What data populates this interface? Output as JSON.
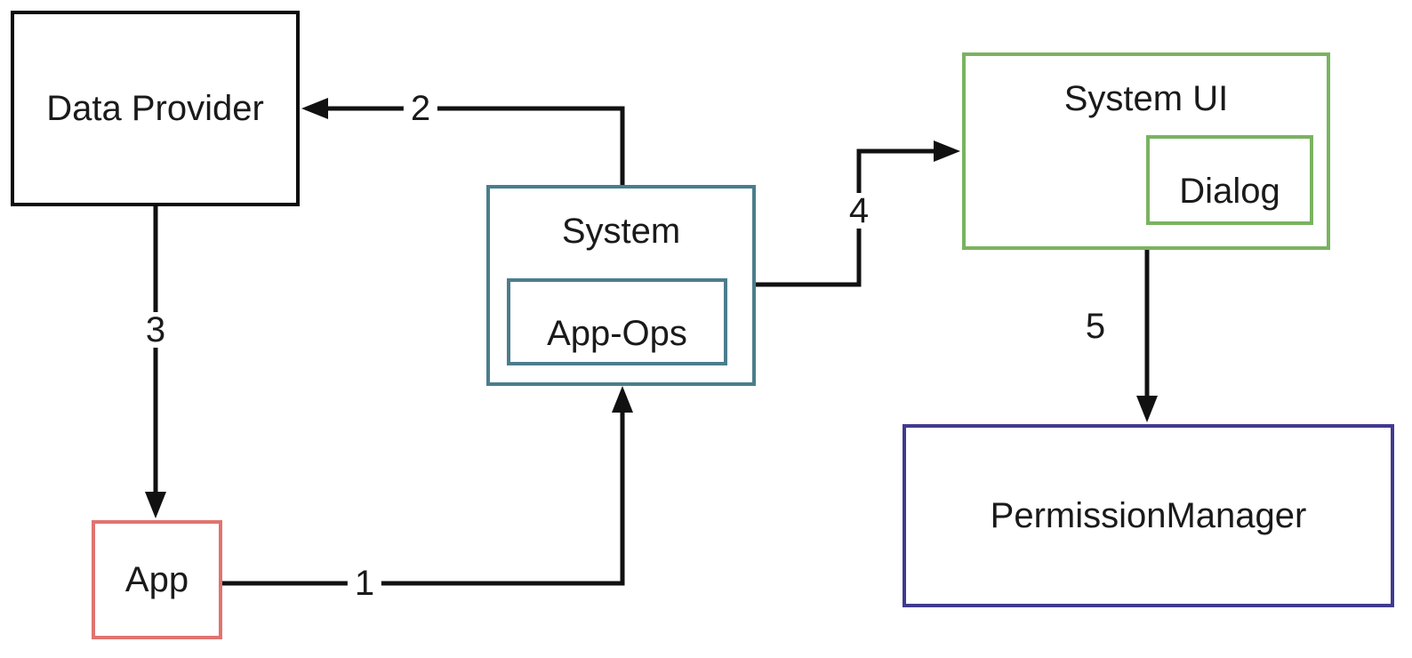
{
  "diagram": {
    "type": "flow-diagram",
    "background_color": "#ffffff",
    "arrow_color": "#111111",
    "text_color": "#1a1a1a",
    "nodes": {
      "data_provider": {
        "label": "Data Provider",
        "border_color": "#0b0b0b"
      },
      "app": {
        "label": "App",
        "border_color": "#df7470"
      },
      "system": {
        "label": "System",
        "border_color": "#4b7d8c"
      },
      "app_ops": {
        "label": "App-Ops",
        "border_color": "#4b7d8c",
        "parent": "System"
      },
      "system_ui": {
        "label": "System UI",
        "border_color": "#7ab360"
      },
      "dialog": {
        "label": "Dialog",
        "border_color": "#7ab360",
        "parent": "System UI"
      },
      "permission_manager": {
        "label": "PermissionManager",
        "border_color": "#413a8e"
      }
    },
    "edges": {
      "e1": {
        "label": "1",
        "from": "App",
        "to": "System"
      },
      "e2": {
        "label": "2",
        "from": "System",
        "to": "Data Provider"
      },
      "e3": {
        "label": "3",
        "from": "Data Provider",
        "to": "App"
      },
      "e4": {
        "label": "4",
        "from": "System",
        "to": "System UI"
      },
      "e5": {
        "label": "5",
        "from": "System UI",
        "to": "PermissionManager"
      }
    }
  }
}
